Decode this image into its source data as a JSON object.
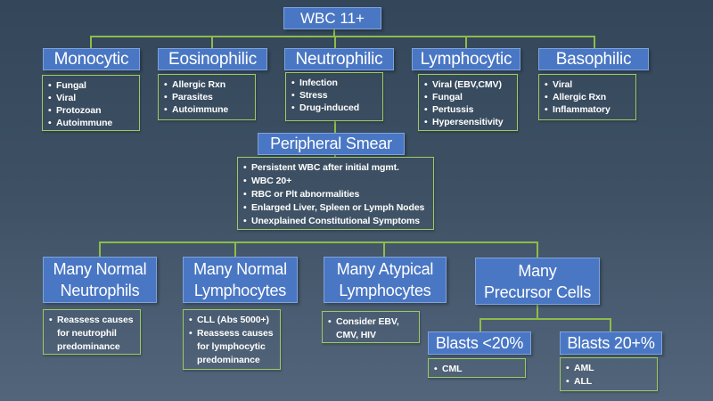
{
  "palette": {
    "bg_top": "#33465A",
    "bg_mid": "#3E5164",
    "bg_bottom": "#53657B",
    "node_fill": "#4A77C4",
    "node_border": "#7FA3DC",
    "node_text": "#FFFFFF",
    "line_green": "#8DBC4A",
    "list_border": "#9DCB5F",
    "list_text": "#FFFFFF"
  },
  "nodes": {
    "wbc": {
      "label": "WBC 11+"
    },
    "monocytic": {
      "label": "Monocytic",
      "items": [
        "Fungal",
        "Viral",
        "Protozoan",
        "Autoimmune"
      ]
    },
    "eosinophilic": {
      "label": "Eosinophilic",
      "items": [
        "Allergic Rxn",
        "Parasites",
        "Autoimmune"
      ]
    },
    "neutrophilic": {
      "label": "Neutrophilic",
      "items": [
        "Infection",
        "Stress",
        "Drug-induced"
      ]
    },
    "lymphocytic": {
      "label": "Lymphocytic",
      "items": [
        "Viral (EBV,CMV)",
        "Fungal",
        "Pertussis",
        "Hypersensitivity"
      ]
    },
    "basophilic": {
      "label": "Basophilic",
      "items": [
        "Viral",
        "Allergic Rxn",
        "Inflammatory"
      ]
    },
    "peripheral_smear": {
      "label": "Peripheral Smear",
      "items": [
        "Persistent WBC after initial mgmt.",
        "WBC 20+",
        "RBC or Plt abnormalities",
        "Enlarged Liver, Spleen or Lymph Nodes",
        "Unexplained Constitutional Symptoms"
      ]
    },
    "many_normal_neutrophils": {
      "lines": [
        "Many Normal",
        "Neutrophils"
      ],
      "items": [
        "Reassess causes for neutrophil predominance"
      ]
    },
    "many_normal_lymphocytes": {
      "lines": [
        "Many Normal",
        "Lymphocytes"
      ],
      "items": [
        "CLL (Abs 5000+)",
        "Reassess causes for lymphocytic predominance"
      ]
    },
    "many_atypical_lymphocytes": {
      "lines": [
        "Many Atypical",
        "Lymphocytes"
      ],
      "items": [
        "Consider EBV, CMV, HIV"
      ]
    },
    "many_precursor_cells": {
      "lines": [
        "Many",
        "Precursor Cells"
      ]
    },
    "blasts_lt_20": {
      "label": "Blasts <20%",
      "items": [
        "CML"
      ]
    },
    "blasts_20_plus": {
      "label": "Blasts 20+%",
      "items": [
        "AML",
        "ALL"
      ]
    }
  },
  "edges": [
    [
      "WBC 11+",
      "Monocytic"
    ],
    [
      "WBC 11+",
      "Eosinophilic"
    ],
    [
      "WBC 11+",
      "Neutrophilic"
    ],
    [
      "WBC 11+",
      "Lymphocytic"
    ],
    [
      "WBC 11+",
      "Basophilic"
    ],
    [
      "Neutrophilic",
      "Peripheral Smear"
    ],
    [
      "Peripheral Smear",
      "Many Normal Neutrophils"
    ],
    [
      "Peripheral Smear",
      "Many Normal Lymphocytes"
    ],
    [
      "Peripheral Smear",
      "Many Atypical Lymphocytes"
    ],
    [
      "Peripheral Smear",
      "Many Precursor Cells"
    ],
    [
      "Many Precursor Cells",
      "Blasts <20%"
    ],
    [
      "Many Precursor Cells",
      "Blasts 20+%"
    ]
  ]
}
